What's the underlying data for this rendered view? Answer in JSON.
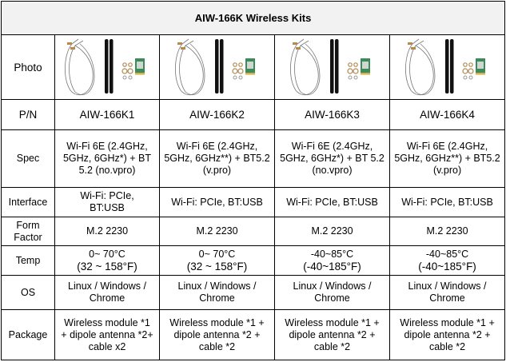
{
  "title": "AIW-166K Wireless Kits",
  "row_labels": {
    "photo": "Photo",
    "pn": "P/N",
    "spec": "Spec",
    "interface": "Interface",
    "form_factor_1": "Form",
    "form_factor_2": "Factor",
    "temp": "Temp",
    "os": "OS",
    "package": "Package"
  },
  "kits": [
    {
      "pn": "AIW-166K1",
      "spec": "Wi-Fi 6E (2.4GHz, 5GHz, 6GHz*) + BT 5.2 (no.vpro)",
      "interface": "Wi-Fi: PCIe, BT:USB",
      "form_factor": "M.2 2230",
      "temp_c": "0~ 70°C",
      "temp_f": "(32 ~ 158°F)",
      "os": "Linux / Windows / Chrome",
      "package": "Wireless module *1 + dipole antenna *2+ cable x2"
    },
    {
      "pn": "AIW-166K2",
      "spec": "Wi-Fi 6E (2.4GHz, 5GHz, 6GHz**) + BT5.2",
      "spec_note": "(v.pro)",
      "interface": "Wi-Fi: PCIe, BT:USB",
      "form_factor": "M.2 2230",
      "temp_c": "0~ 70°C",
      "temp_f": "(32 ~ 158°F)",
      "os": "Linux / Windows / Chrome",
      "package": "Wireless module *1 + dipole antenna *2 + cable *2"
    },
    {
      "pn": "AIW-166K3",
      "spec": "Wi-Fi 6E  (2.4GHz, 5GHz, 6GHz*) + BT 5.2 (no.vpro)",
      "interface": "Wi-Fi: PCIe, BT:USB",
      "form_factor": "M.2 2230",
      "temp_c": "-40~85°C",
      "temp_f": "(-40~185°F)",
      "os": "Linux / Windows / Chrome",
      "package": "Wireless module *1 + dipole antenna *2 + cable *2"
    },
    {
      "pn": "AIW-166K4",
      "spec": "Wi-Fi 6E (2.4GHz, 5GHz, 6GHz**) + BT5.2",
      "spec_note": "(v.pro)",
      "interface": "Wi-Fi: PCIe, BT:USB",
      "form_factor": "M.2 2230",
      "temp_c": "-40~85°C",
      "temp_f": "(-40~185°F)",
      "os": "Linux / Windows / Chrome",
      "package": "Wireless module *1 + dipole antenna *2 + cable *2"
    }
  ]
}
